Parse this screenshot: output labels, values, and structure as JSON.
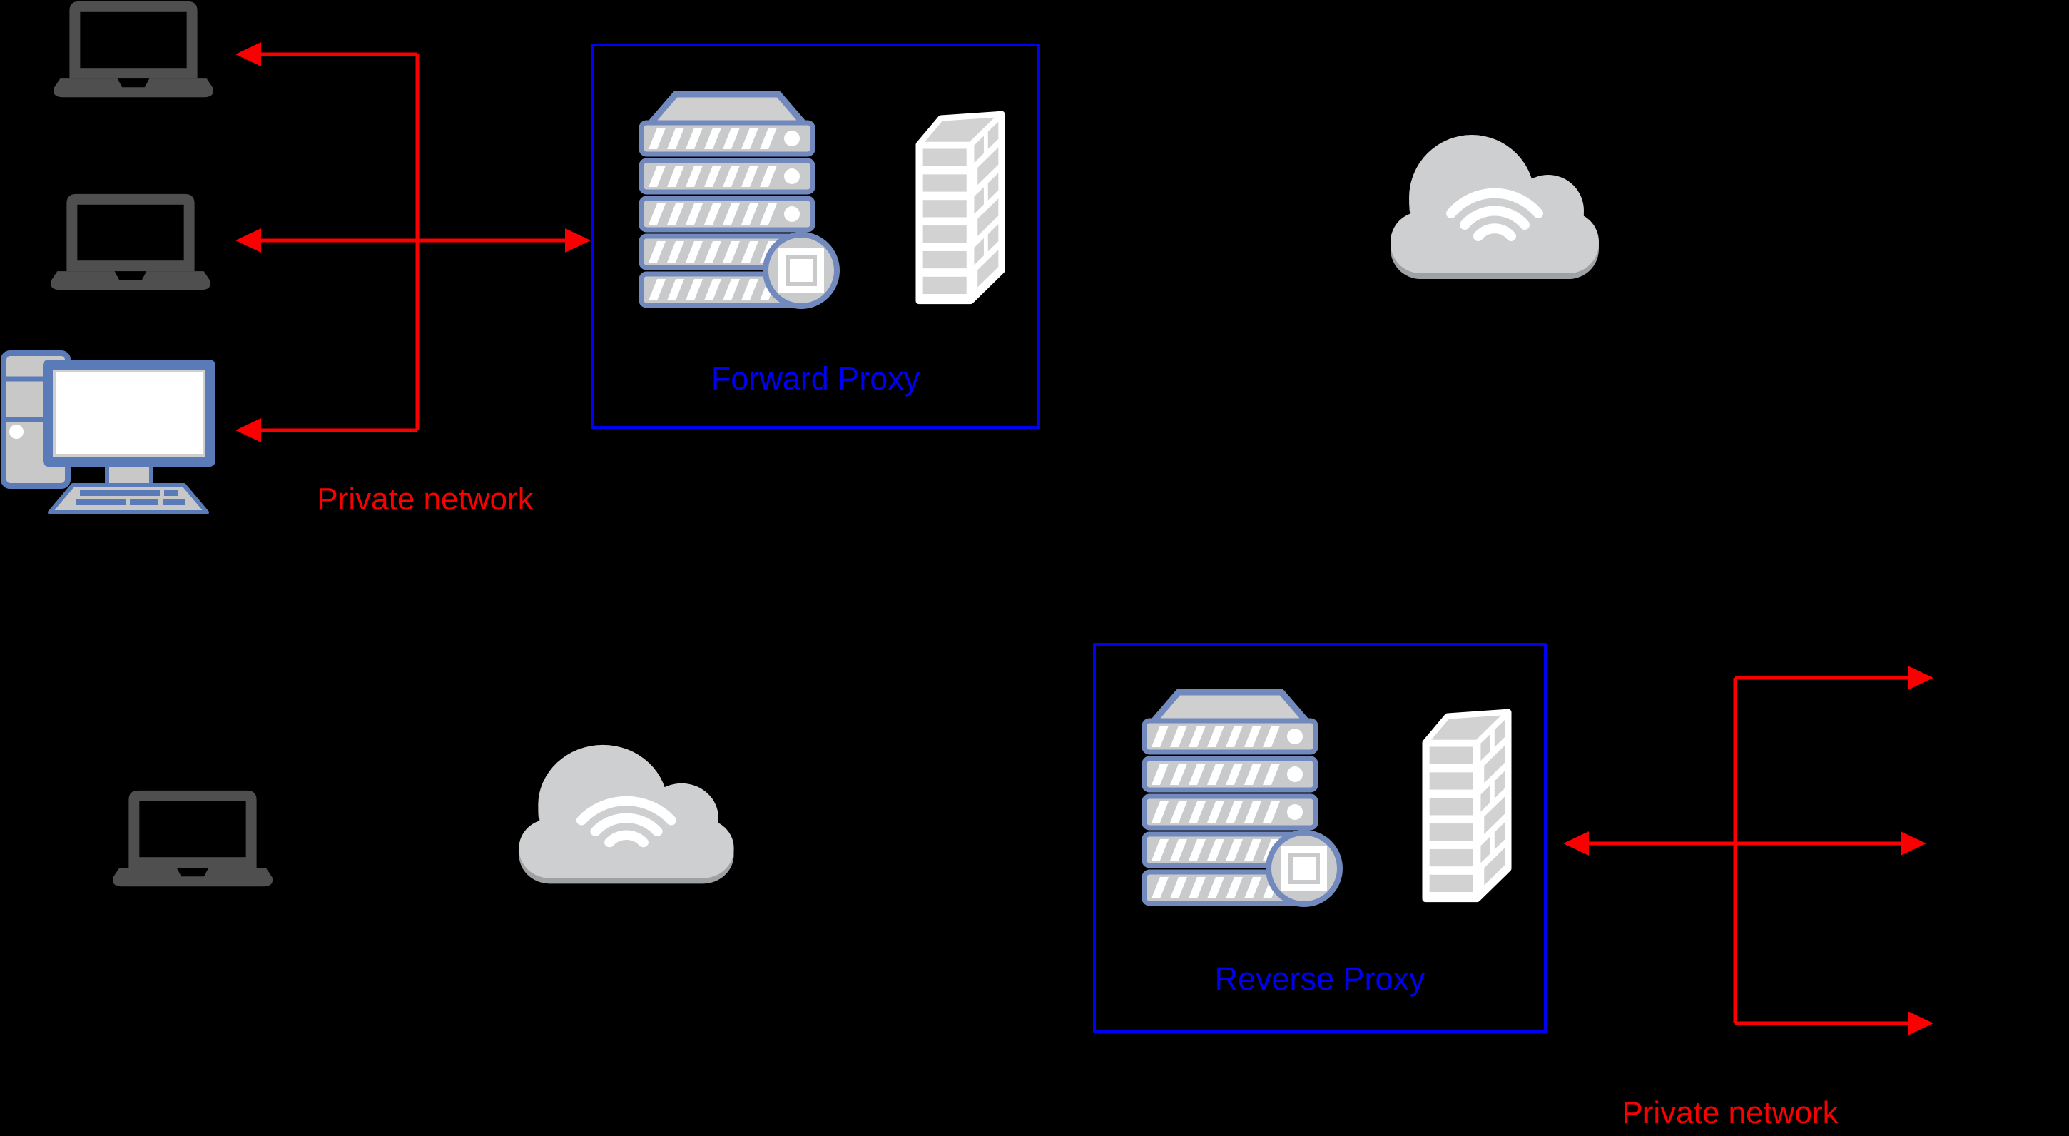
{
  "colors": {
    "background": "#000000",
    "arrow_red": "#FB0000",
    "proxy_blue": "#0000F2",
    "laptop_gray": "#4F4F4F",
    "server_outline_blue": "#7189BC",
    "desktop_outline_blue": "#5B7AB8",
    "icon_fill_gray": "#C9CACB",
    "cloud_gray": "#CDCFD1",
    "cloud_shadow_gray": "#9EA2A4"
  },
  "top_scenario": {
    "clients": [
      {
        "icon": "laptop-icon"
      },
      {
        "icon": "laptop-icon"
      },
      {
        "icon": "desktop-computer-icon"
      }
    ],
    "private_network_label": "Private network",
    "proxy_box": {
      "label": "Forward Proxy",
      "icons": [
        "proxy-server-icon",
        "firewall-icon"
      ]
    },
    "internet": {
      "icon": "cloud-icon"
    }
  },
  "bottom_scenario": {
    "client": {
      "icon": "laptop-icon"
    },
    "internet": {
      "icon": "cloud-icon"
    },
    "proxy_box": {
      "label": "Reverse Proxy",
      "icons": [
        "proxy-server-icon",
        "firewall-icon"
      ]
    },
    "private_network_label": "Private network"
  }
}
